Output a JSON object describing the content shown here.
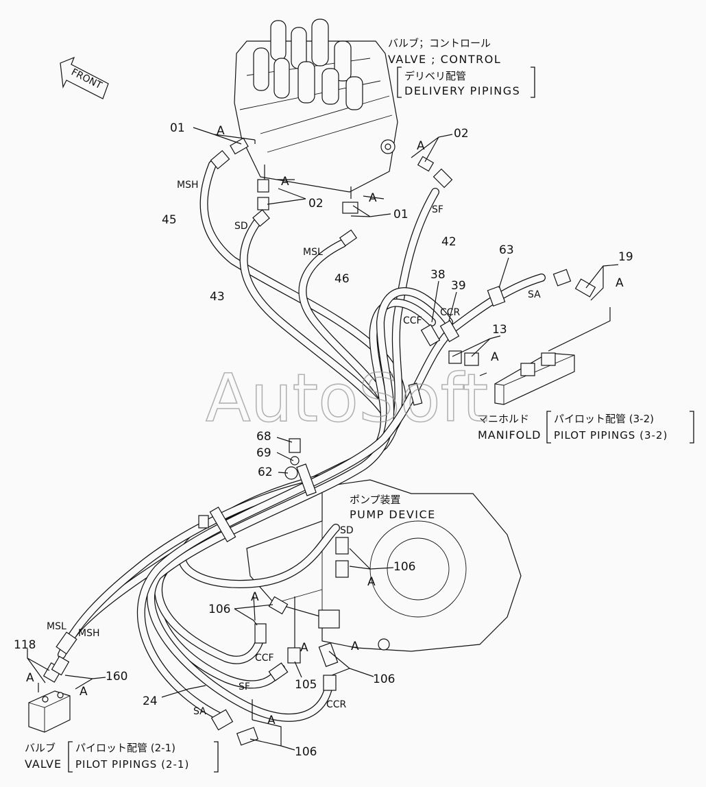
{
  "watermark": "AutoSoft",
  "front_arrow": "FRONT",
  "titles": {
    "control_valve": {
      "jp1": "バルブ；コントロール",
      "en1": "VALVE ; CONTROL",
      "jp2": "デリベリ配管",
      "en2": "DELIVERY PIPINGS"
    },
    "manifold": {
      "jp1": "マニホルド",
      "en1": "MANIFOLD",
      "jp2": "パイロット配管 (3-2)",
      "en2": "PILOT PIPINGS (3-2)"
    },
    "pump": {
      "jp": "ポンプ装置",
      "en": "PUMP DEVICE"
    },
    "valve_pilot": {
      "jp1": "バルブ",
      "en1": "VALVE",
      "jp2": "パイロット配管 (2-1)",
      "en2": "PILOT PIPINGS (2-1)"
    }
  },
  "callouts": {
    "c01_top": "01",
    "c02_top": "02",
    "c02_mid": "02",
    "c01_mid": "01",
    "c45": "45",
    "c43": "43",
    "c46": "46",
    "c42": "42",
    "c63": "63",
    "c19": "19",
    "c38": "38",
    "c39": "39",
    "c13": "13",
    "c68": "68",
    "c69": "69",
    "c62": "62",
    "c106_a": "106",
    "c106_b": "106",
    "c106_c": "106",
    "c106_d": "106",
    "c105": "105",
    "c118": "118",
    "c160": "160",
    "c24": "24"
  },
  "hose_tags": {
    "msh_top": "MSH",
    "sd_top": "SD",
    "msl_top": "MSL",
    "sf_top": "SF",
    "sa_top": "SA",
    "ccf_top": "CCF",
    "ccr_top": "CCR",
    "sd_pump": "SD",
    "ccf_pump": "CCF",
    "sf_pump": "SF",
    "ccr_pump": "CCR",
    "sa_pump": "SA",
    "msl_valve": "MSL",
    "msh_valve": "MSH"
  },
  "a_mark": "A"
}
